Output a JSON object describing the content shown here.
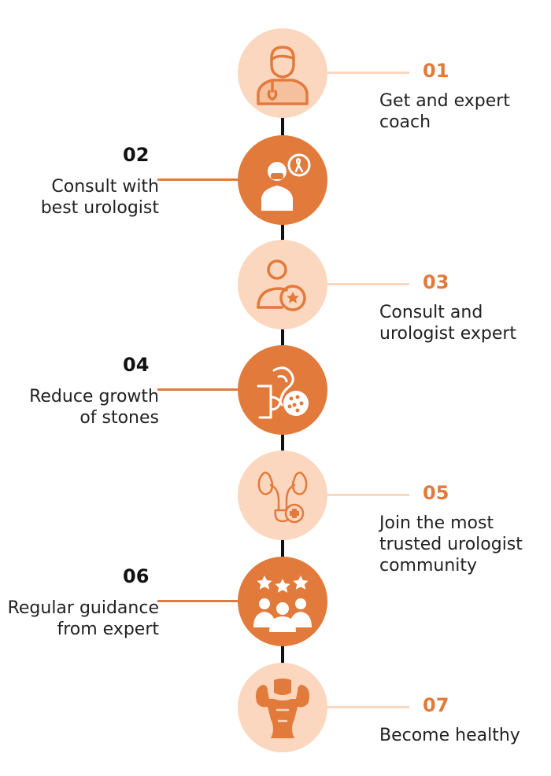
{
  "colors": {
    "accent": "#e27a3b",
    "light": "#fbd7bf",
    "line": "#111111"
  },
  "steps": [
    {
      "number": "01",
      "lines": [
        "Get and expert",
        "coach"
      ],
      "icon": "doctor-icon"
    },
    {
      "number": "02",
      "lines": [
        "Consult with",
        "best urologist"
      ],
      "icon": "masked-doctor-ribbon-icon"
    },
    {
      "number": "03",
      "lines": [
        "Consult and",
        "urologist expert"
      ],
      "icon": "user-star-icon"
    },
    {
      "number": "04",
      "lines": [
        "Reduce growth",
        "of stones"
      ],
      "icon": "kidney-stones-icon"
    },
    {
      "number": "05",
      "lines": [
        "Join the most",
        "trusted urologist",
        "community"
      ],
      "icon": "urinary-system-icon"
    },
    {
      "number": "06",
      "lines": [
        "Regular guidance",
        "from expert"
      ],
      "icon": "community-stars-icon"
    },
    {
      "number": "07",
      "lines": [
        "Become healthy"
      ],
      "icon": "strong-body-icon"
    }
  ]
}
